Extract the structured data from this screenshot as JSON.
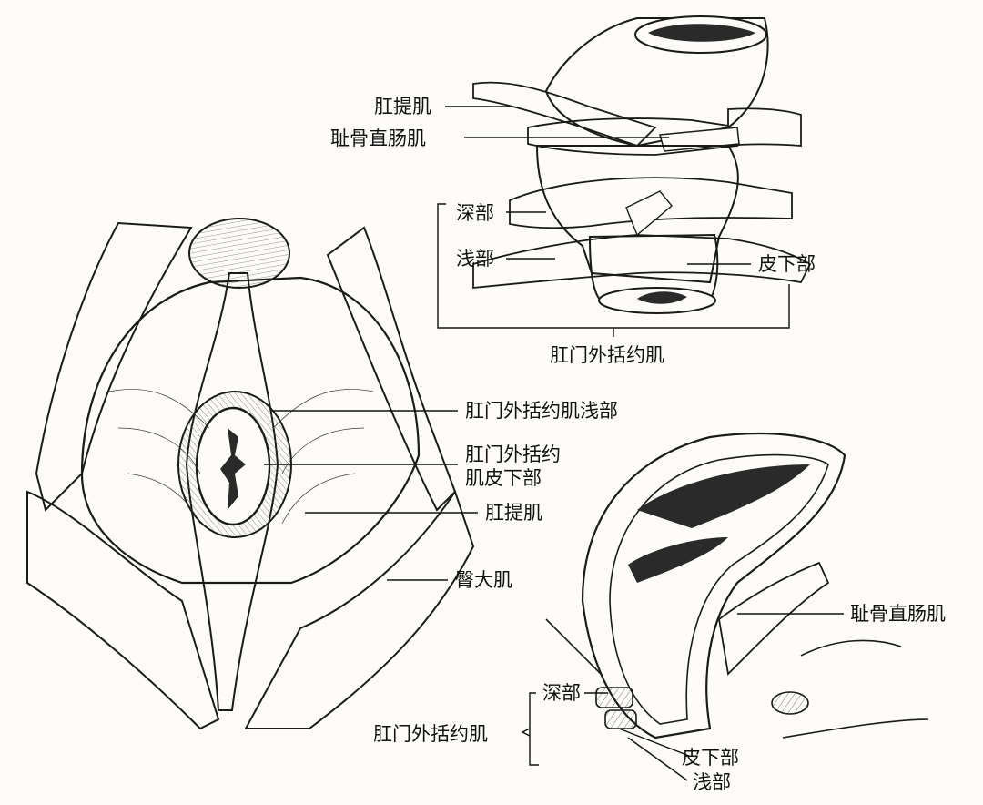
{
  "top_panel": {
    "levator_ani": "肛提肌",
    "puborectalis": "耻骨直肠肌",
    "deep_part": "深部",
    "superficial_part": "浅部",
    "subcutaneous_part": "皮下部",
    "external_sphincter": "肛门外括约肌"
  },
  "left_panel": {
    "sphincter_superficial": "肛门外括约肌浅部",
    "sphincter_subcutaneous_line1": "肛门外括约",
    "sphincter_subcutaneous_line2": "肌皮下部",
    "levator_ani": "肛提肌",
    "gluteus_maximus": "臀大肌"
  },
  "right_panel": {
    "puborectalis": "耻骨直肠肌",
    "deep_part": "深部",
    "external_sphincter": "肛门外括约肌",
    "subcutaneous_part": "皮下部",
    "superficial_part": "浅部"
  }
}
